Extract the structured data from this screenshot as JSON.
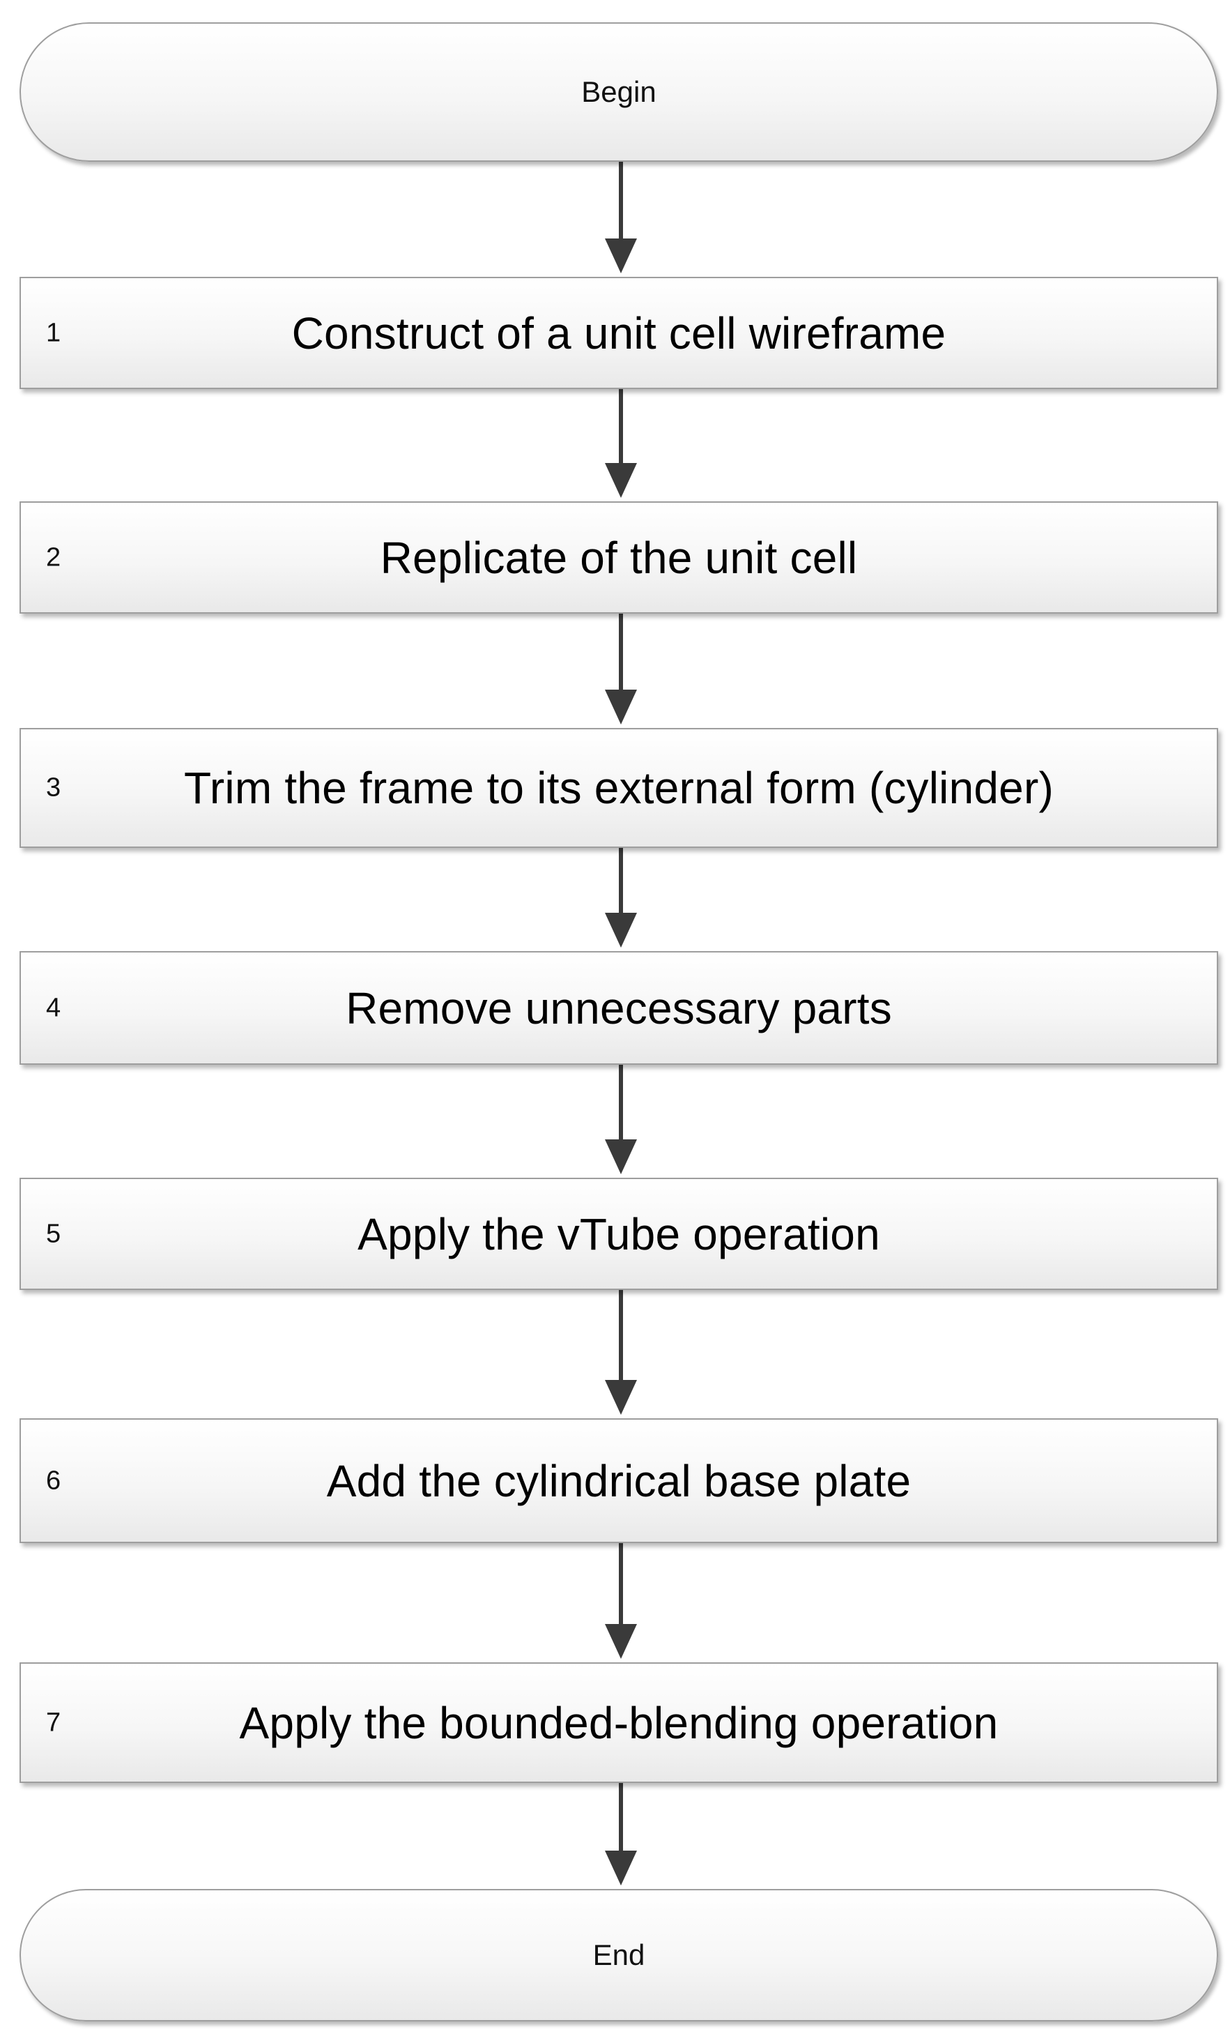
{
  "flowchart": {
    "start": {
      "label": "Begin"
    },
    "steps": [
      {
        "number": "1",
        "label": "Construct of a unit cell wireframe"
      },
      {
        "number": "2",
        "label": "Replicate of the unit cell"
      },
      {
        "number": "3",
        "label": "Trim the frame to its external form (cylinder)"
      },
      {
        "number": "4",
        "label": "Remove unnecessary parts"
      },
      {
        "number": "5",
        "label": "Apply the vTube operation"
      },
      {
        "number": "6",
        "label": "Add the cylindrical base plate"
      },
      {
        "number": "7",
        "label": "Apply the bounded-blending operation"
      }
    ],
    "end": {
      "label": "End"
    }
  },
  "colors": {
    "box_border": "#9e9e9e",
    "arrow": "#3a3a3a",
    "text": "#000000"
  }
}
